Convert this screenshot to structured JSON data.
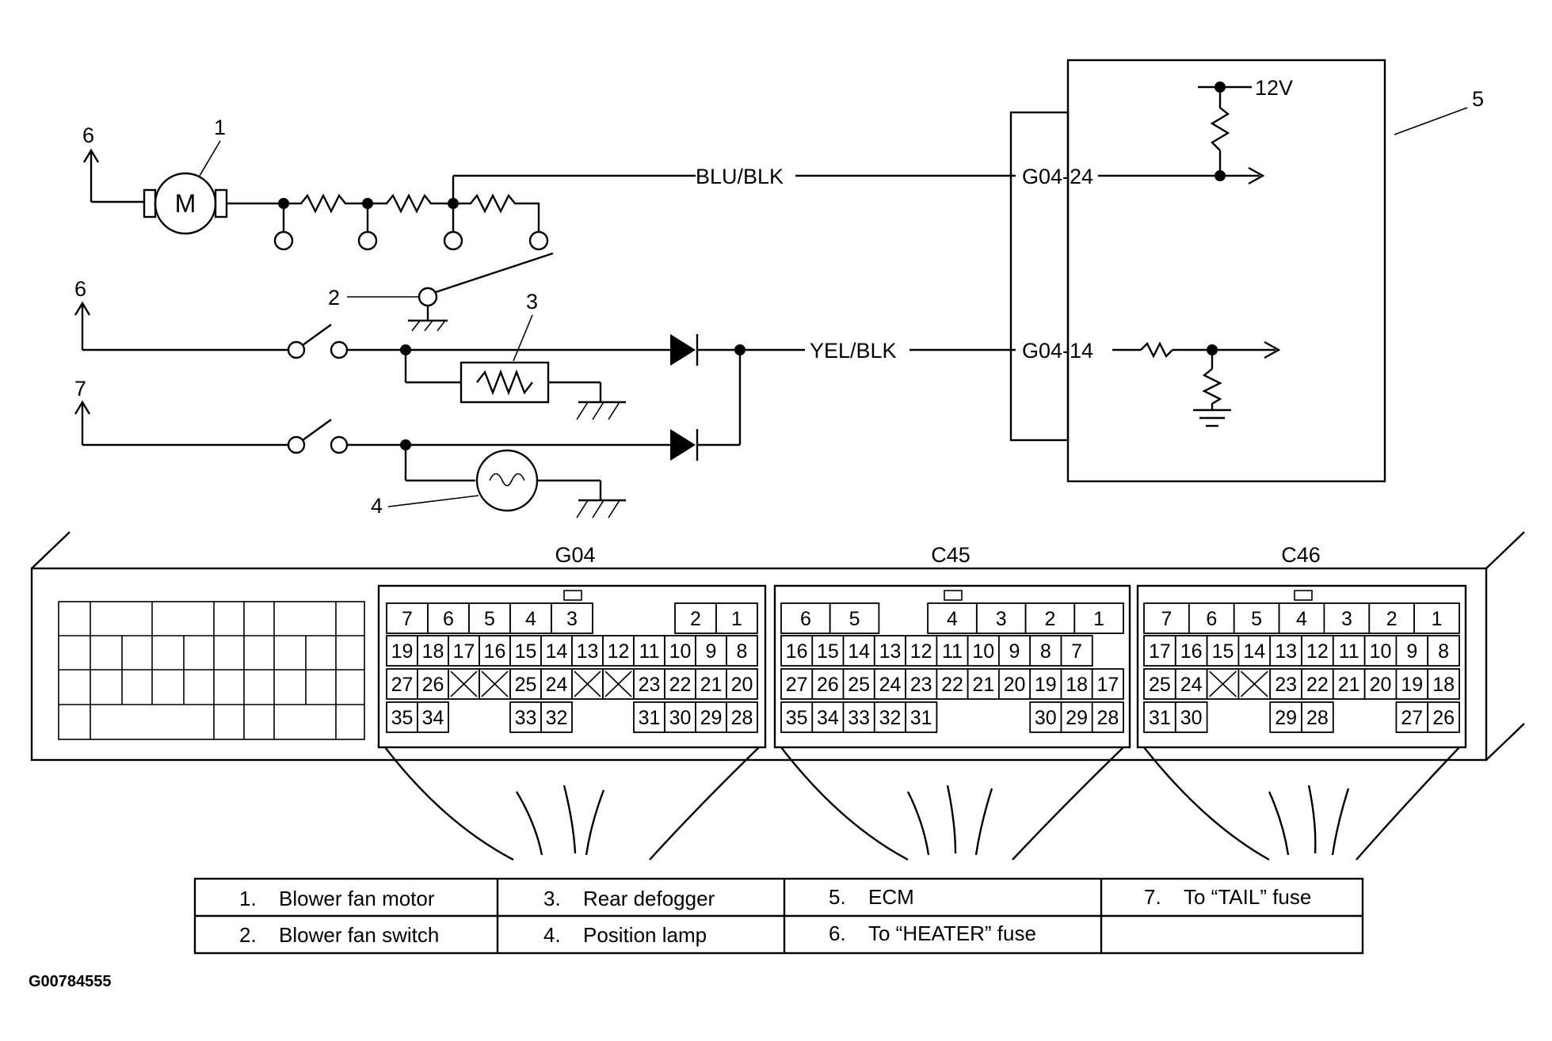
{
  "wires": {
    "top": "BLU/BLK",
    "middle": "YEL/BLK"
  },
  "ecm": {
    "supply": "12V",
    "terminal_top": "G04-24",
    "terminal_bottom": "G04-14"
  },
  "motor_symbol": "M",
  "callouts": {
    "c1": "1",
    "c2": "2",
    "c3": "3",
    "c4": "4",
    "c5": "5",
    "c6a": "6",
    "c6b": "6",
    "c7": "7"
  },
  "connectors": [
    {
      "name": "G04",
      "rows": [
        [
          "7",
          "6",
          "5",
          "4",
          "3",
          "",
          "",
          "2",
          "1"
        ],
        [
          "19",
          "18",
          "17",
          "16",
          "15",
          "14",
          "13",
          "12",
          "11",
          "10",
          "9",
          "8"
        ],
        [
          "27",
          "26",
          "X",
          "X",
          "25",
          "24",
          "X",
          "X",
          "23",
          "22",
          "21",
          "20"
        ],
        [
          "35",
          "34",
          "",
          "",
          "33",
          "32",
          "",
          "",
          "31",
          "30",
          "29",
          "28"
        ]
      ]
    },
    {
      "name": "C45",
      "rows": [
        [
          "6",
          "5",
          "",
          "4",
          "3",
          "2",
          "1"
        ],
        [
          "16",
          "15",
          "14",
          "13",
          "12",
          "11",
          "10",
          "9",
          "8",
          "7"
        ],
        [
          "27",
          "26",
          "25",
          "24",
          "23",
          "22",
          "21",
          "20",
          "19",
          "18",
          "17"
        ],
        [
          "35",
          "34",
          "33",
          "32",
          "31",
          "",
          "",
          "",
          "30",
          "29",
          "28"
        ]
      ]
    },
    {
      "name": "C46",
      "rows": [
        [
          "7",
          "6",
          "5",
          "4",
          "3",
          "2",
          "1"
        ],
        [
          "17",
          "16",
          "15",
          "14",
          "13",
          "12",
          "11",
          "10",
          "9",
          "8"
        ],
        [
          "25",
          "24",
          "X",
          "X",
          "23",
          "22",
          "21",
          "20",
          "19",
          "18"
        ],
        [
          "31",
          "30",
          "",
          "",
          "29",
          "28",
          "",
          "",
          "27",
          "26"
        ]
      ]
    }
  ],
  "legend": [
    [
      {
        "num": "1.",
        "text": "Blower fan motor"
      },
      {
        "num": "3.",
        "text": "Rear defogger"
      },
      {
        "num": "5.",
        "text": "ECM"
      },
      {
        "num": "7.",
        "text": "To “TAIL” fuse"
      }
    ],
    [
      {
        "num": "2.",
        "text": "Blower fan switch"
      },
      {
        "num": "4.",
        "text": "Position lamp"
      },
      {
        "num": "6.",
        "text": "To “HEATER” fuse"
      },
      {
        "num": "",
        "text": ""
      }
    ]
  ],
  "figure_id": "G00784555"
}
